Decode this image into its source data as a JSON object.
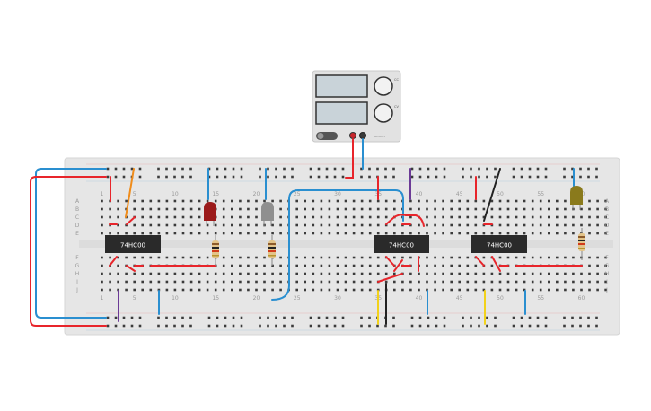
{
  "psu": {
    "knob_labels": [
      "CC",
      "CV"
    ],
    "output_text": "OUTPUT",
    "colors": {
      "body": "#e2e2e2",
      "display": "#c9d3d9",
      "knob": "#f2f2f2"
    }
  },
  "breadboard": {
    "top_numbers": [
      "1",
      "5",
      "10",
      "15",
      "20",
      "25",
      "30",
      "35",
      "40",
      "45",
      "50",
      "55",
      "60"
    ],
    "bottom_numbers": [
      "1",
      "5",
      "10",
      "15",
      "20",
      "25",
      "30",
      "35",
      "40",
      "45",
      "50",
      "55",
      "60"
    ],
    "row_letters_top": [
      "A",
      "B",
      "C",
      "D",
      "E"
    ],
    "row_letters_bottom": [
      "F",
      "G",
      "H",
      "I",
      "J"
    ]
  },
  "chips": [
    {
      "label": "74HC00"
    },
    {
      "label": "74HC00"
    },
    {
      "label": "74HC00"
    }
  ],
  "leds": [
    {
      "name": "red-led",
      "color": "#9b1a1a"
    },
    {
      "name": "gray-led",
      "color": "#8f8f8f"
    },
    {
      "name": "yellow-led",
      "color": "#8a7a1c"
    }
  ],
  "wire_colors": {
    "red": "#e8252b",
    "blue": "#2a8fd0",
    "orange": "#f08c1a",
    "purple": "#6b3a96",
    "black": "#222222",
    "yellow": "#f2d21b"
  }
}
